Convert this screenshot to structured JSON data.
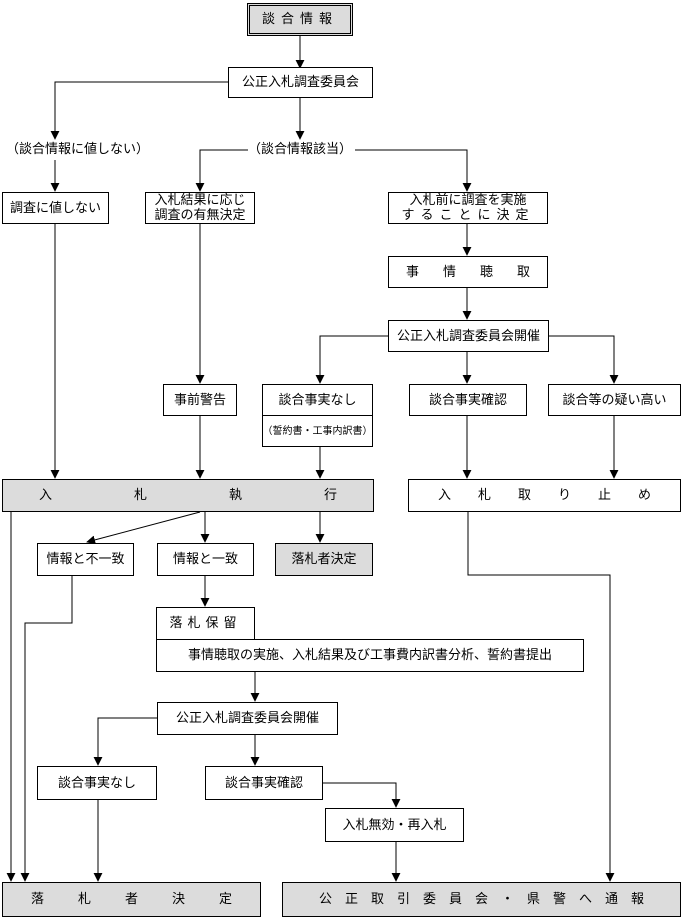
{
  "title": "談合情報",
  "committee": "公正入札調査委員会",
  "branches": {
    "not_worth": "（談合情報に値しない）",
    "applicable": "（談合情報該当）"
  },
  "no_investigation": "調査に値しない",
  "decide_after": {
    "line1": "入札結果に応じ",
    "line2": "調査の有無決定"
  },
  "decide_before": {
    "line1": "入札前に調査を実施",
    "line2": "することに決定"
  },
  "hearing": "事情聴取",
  "committee_meeting": "公正入札調査委員会開催",
  "advance_warning": "事前警告",
  "no_collusion": "談合事実なし",
  "pledge_note": "（誓約書・工事内訳書）",
  "collusion_confirmed": "談合事実確認",
  "high_suspicion": "談合等の疑い高い",
  "bid_execution": "入札執行",
  "bid_cancel": "入札取り止め",
  "info_mismatch": "情報と不一致",
  "info_match": "情報と一致",
  "winner_decided": "落札者決定",
  "award_hold": "落札保留",
  "hold_detail": "事情聴取の実施、入札結果及び工事費内訳書分析、誓約書提出",
  "committee_meeting_2": "公正入札調査委員会開催",
  "no_collusion_2": "談合事実なし",
  "collusion_confirmed_2": "談合事実確認",
  "invalid_rebid": "入札無効・再入札",
  "final_winner": "落札者決定",
  "final_report": "公正取引委員会・県警へ通報"
}
